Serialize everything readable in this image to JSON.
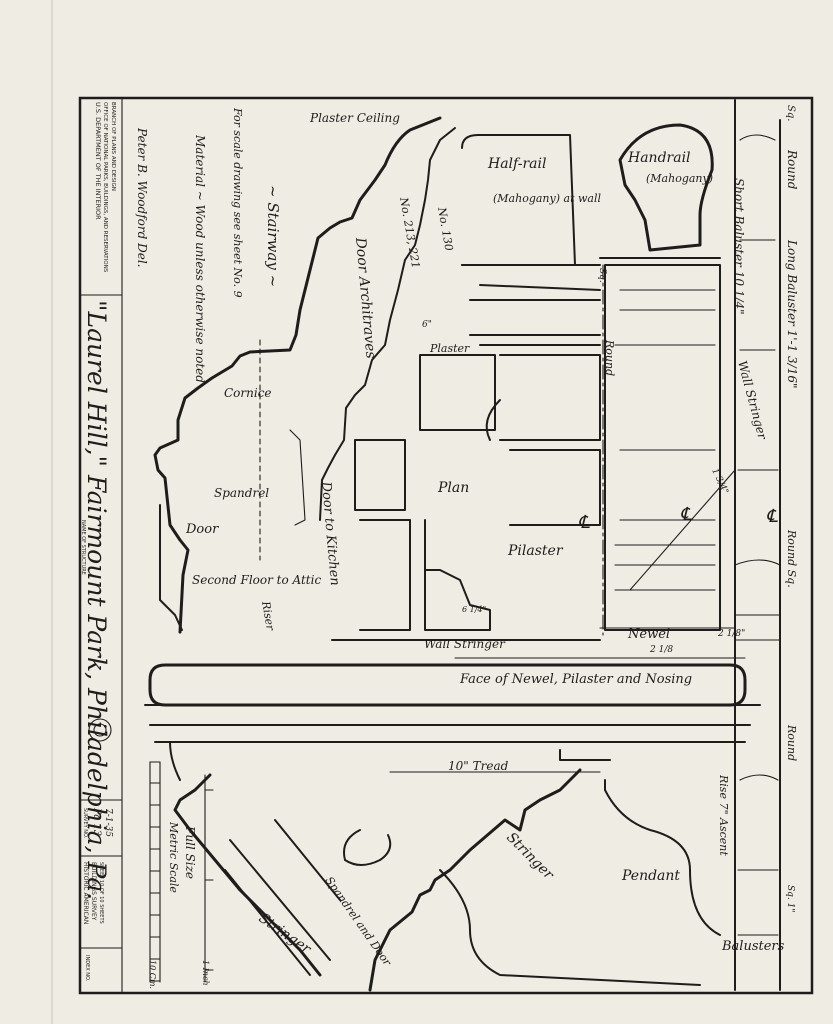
{
  "title_block": {
    "agency_line1": "U.S. DEPARTMENT OF THE INTERIOR",
    "agency_line2": "OFFICE OF NATIONAL PARKS, BUILDINGS, AND RESERVATIONS",
    "agency_line3": "BRANCH OF PLANS AND DESIGN",
    "delineator": "Peter B. Woodford Del.",
    "name_of_structure_label": "NAME OF STRUCTURE",
    "structure_name": "\"Laurel Hill,\" Fairmount Park, Philadelphia, Pa.",
    "survey_label": "SURVEY NO.",
    "survey_no": "Pa 13",
    "survey_date": "7-1-35",
    "program_line1": "HISTORIC AMERICAN",
    "program_line2": "BUILDINGS SURVEY",
    "sheet_label": "SHEET 10 OF 10 SHEETS",
    "index_label": "INDEX NO."
  },
  "notes": {
    "stairway": "~ Stairway ~",
    "scale_note": "For scale drawing see sheet No. 9",
    "material_note": "Material ~ Wood unless otherwise noted",
    "full_size": "Full Size",
    "metric_scale": "Metric Scale",
    "inch_label": "1 Inch",
    "cm_label": "10 Cm."
  },
  "labels": {
    "plaster_ceiling": "Plaster Ceiling",
    "half_rail": "Half-rail",
    "mahogany_wall": "(Mahogany) at wall",
    "handrail": "Handrail",
    "mahogany": "(Mahogany)",
    "no_130": "No. 130",
    "no_213_221": "No. 213, 221",
    "door_architraves": "Door Architraves",
    "plaster": "Plaster",
    "six_in": "6\"",
    "cornice": "Cornice",
    "plan": "Plan",
    "spandrel": "Spandrel",
    "door_to_kitchen": "Door to Kitchen",
    "door": "Door",
    "second_floor": "Second Floor to Attic",
    "riser": "Riser",
    "pilaster": "Pilaster",
    "wall_stringer": "Wall Stringer",
    "newel": "Newel",
    "newel_dim": "2 1/8",
    "newel_dim2": "2 1/8\"",
    "face_of_newel": "Face of Newel, Pilaster and Nosing",
    "tread": "10\" Tread",
    "stringer": "Stringer",
    "spandrel_and_door": "Spandrel and Door",
    "stringer_lower": "Stringer",
    "pendant": "Pendant",
    "round": "Round",
    "sq": "Sq.",
    "cl": "℄",
    "short_baluster": "Short Baluster 10 1/4\"",
    "wall_stringer_v": "Wall Stringer",
    "long_baluster": "Long Baluster 1'-1 3/16\"",
    "round_sq": "Round Sq.",
    "round_lower": "Round",
    "rise": "Rise 7\" Ascent",
    "sq_lower": "Sq. 1\"",
    "balusters": "Balusters",
    "dim_a": "1 3/4\"",
    "dim_b": "5\"",
    "six_b": "6 1/4\""
  }
}
